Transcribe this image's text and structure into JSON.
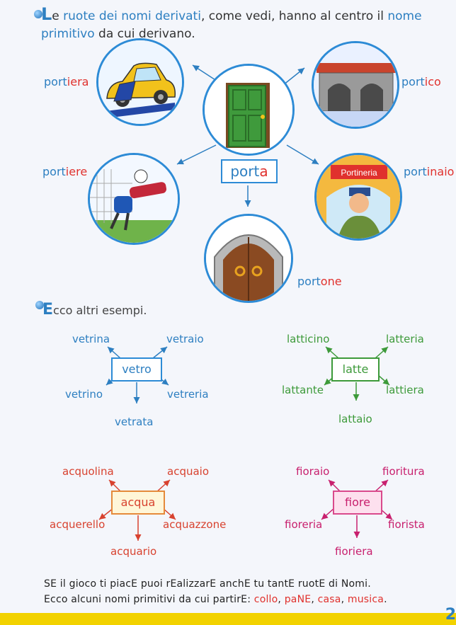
{
  "intro": {
    "dropcap": "L",
    "t1": "e ",
    "b1": "ruote dei nomi derivati",
    "t2": ", come vedi, hanno al centro il ",
    "b2": "nome primitivo",
    "t3": " da cui derivano."
  },
  "main_wheel": {
    "center_a": "port",
    "center_b": "a",
    "words": [
      {
        "stem": "port",
        "suffix": "iera"
      },
      {
        "stem": "port",
        "suffix": "ico"
      },
      {
        "stem": "port",
        "suffix": "iere"
      },
      {
        "stem": "port",
        "suffix": "inaio"
      },
      {
        "stem": "port",
        "suffix": "one"
      }
    ],
    "sign": "Portineria"
  },
  "examples_heading": {
    "dropcap": "E",
    "rest": "cco altri esempi."
  },
  "wheels": [
    {
      "center": "vetro",
      "words": [
        "vetrina",
        "vetraio",
        "vetrino",
        "vetreria",
        "vetrata"
      ],
      "color": "#2d7fc1"
    },
    {
      "center": "latte",
      "words": [
        "latticino",
        "latteria",
        "lattante",
        "lattiera",
        "lattaio"
      ],
      "color": "#3d9a3a"
    },
    {
      "center": "acqua",
      "words": [
        "acquolina",
        "acquaio",
        "acquerello",
        "acquazzone",
        "acquario"
      ],
      "color": "#d8422f"
    },
    {
      "center": "fiore",
      "words": [
        "fioraio",
        "fioritura",
        "fioreria",
        "fiorista",
        "fioriera"
      ],
      "color": "#c8206e"
    }
  ],
  "footer": {
    "line1": "SE il gioco ti piacE puoi rEalizzarE anchE tu tantE ruotE di Nomi.",
    "line2": "Ecco alcuni nomi primitivi da cui partirE:",
    "w1": "collo",
    "w2": "paNE",
    "w3": "casa",
    "w4": "musica"
  },
  "page_number": "2"
}
